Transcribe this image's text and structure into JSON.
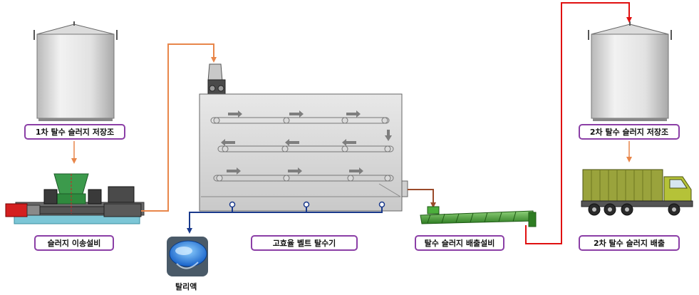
{
  "labels": {
    "storage1": "1차 탈수 슬러지 저장조",
    "transfer": "슬러지 이송설비",
    "belt_press": "고효율 벨트 탈수기",
    "discharge_equipment": "탈수 슬러지 배출설비",
    "storage2": "2차 탈수 슬러지 저장조",
    "discharge2": "2차 탈수 슬러지 배출",
    "filtrate": "탈리액"
  },
  "colors": {
    "label_border": "#8b3fa6",
    "pipe_orange": "#e8864a",
    "pipe_red": "#e01010",
    "pipe_blue": "#1a3a8c",
    "pipe_brown": "#9a4a2a"
  }
}
